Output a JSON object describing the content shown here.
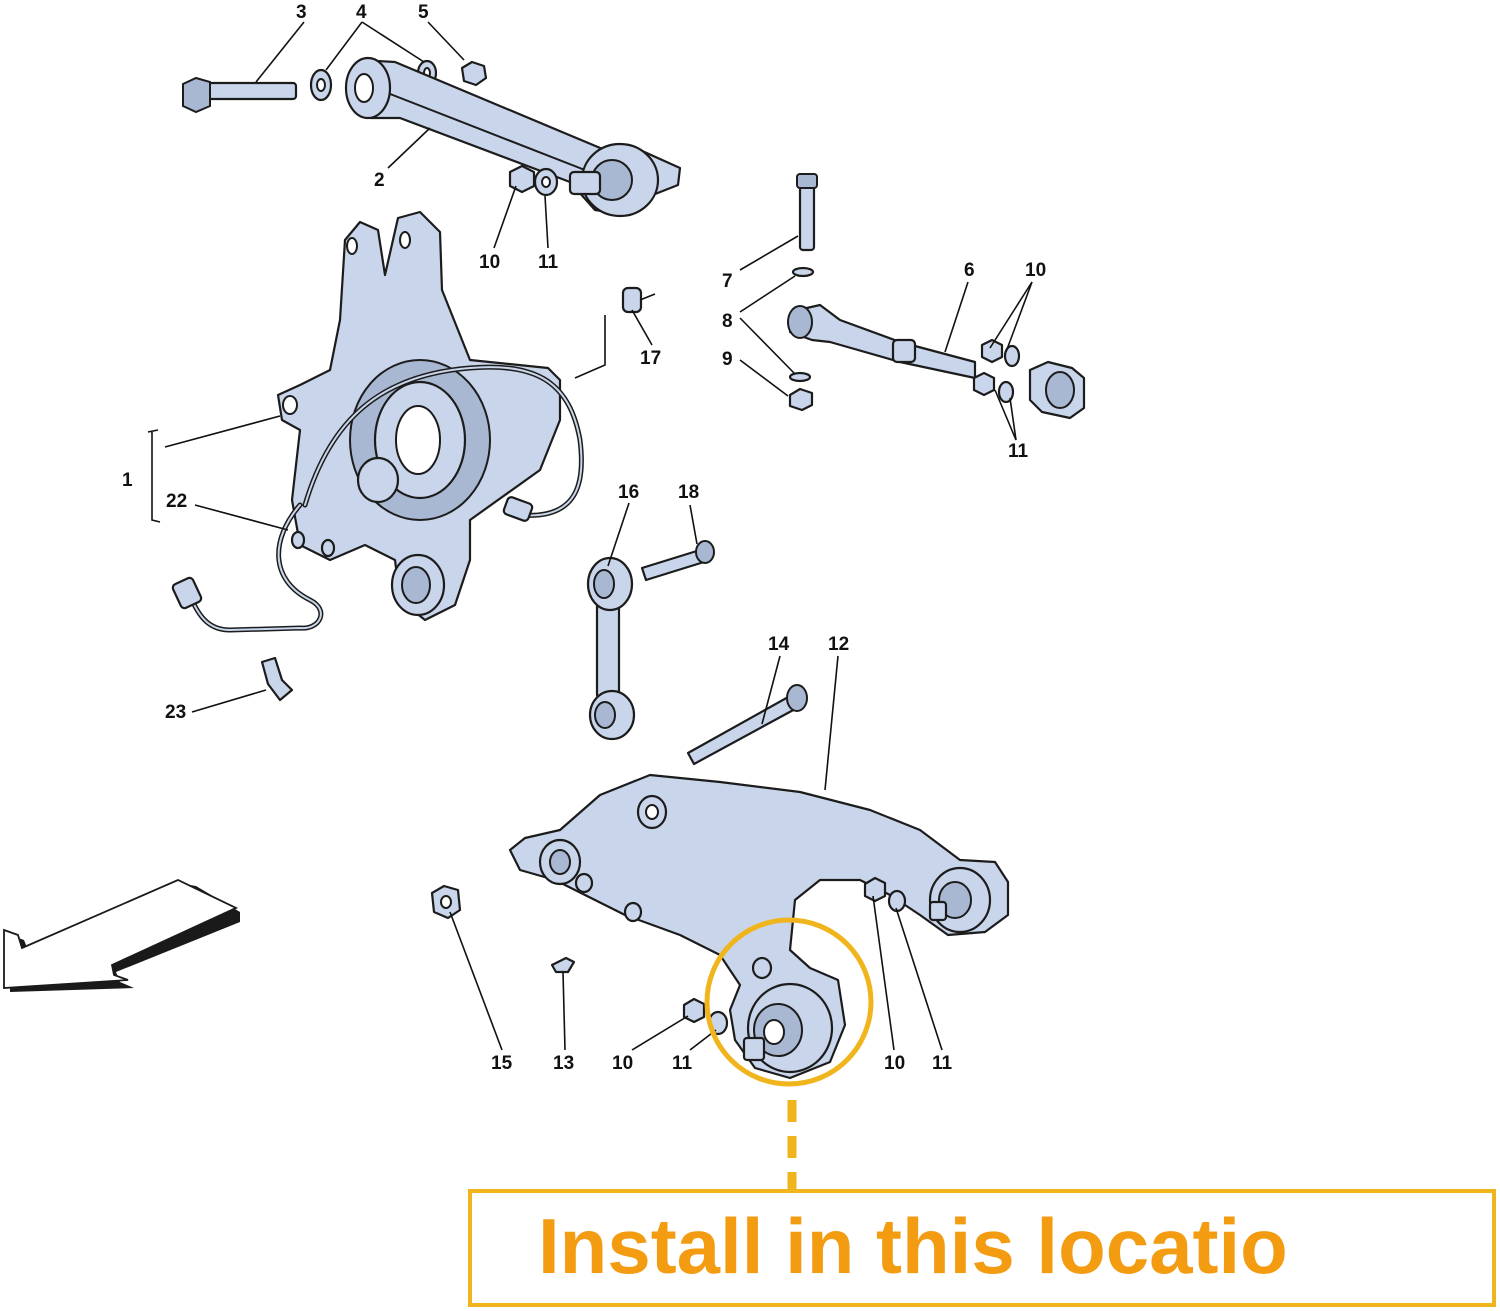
{
  "callouts": {
    "c1": "1",
    "c2": "2",
    "c3": "3",
    "c4": "4",
    "c5": "5",
    "c6": "6",
    "c7": "7",
    "c8": "8",
    "c9": "9",
    "c10": "10",
    "c11": "11",
    "c12": "12",
    "c13": "13",
    "c14": "14",
    "c15": "15",
    "c16": "16",
    "c17": "17",
    "c18": "18",
    "c22": "22",
    "c23": "23"
  },
  "install_banner": {
    "text": "Install in this locatio",
    "color": "#f39c12"
  },
  "colors": {
    "part_fill": "#c9d5ea",
    "outline": "#1c1c1c",
    "highlight": "#f0b51c"
  }
}
